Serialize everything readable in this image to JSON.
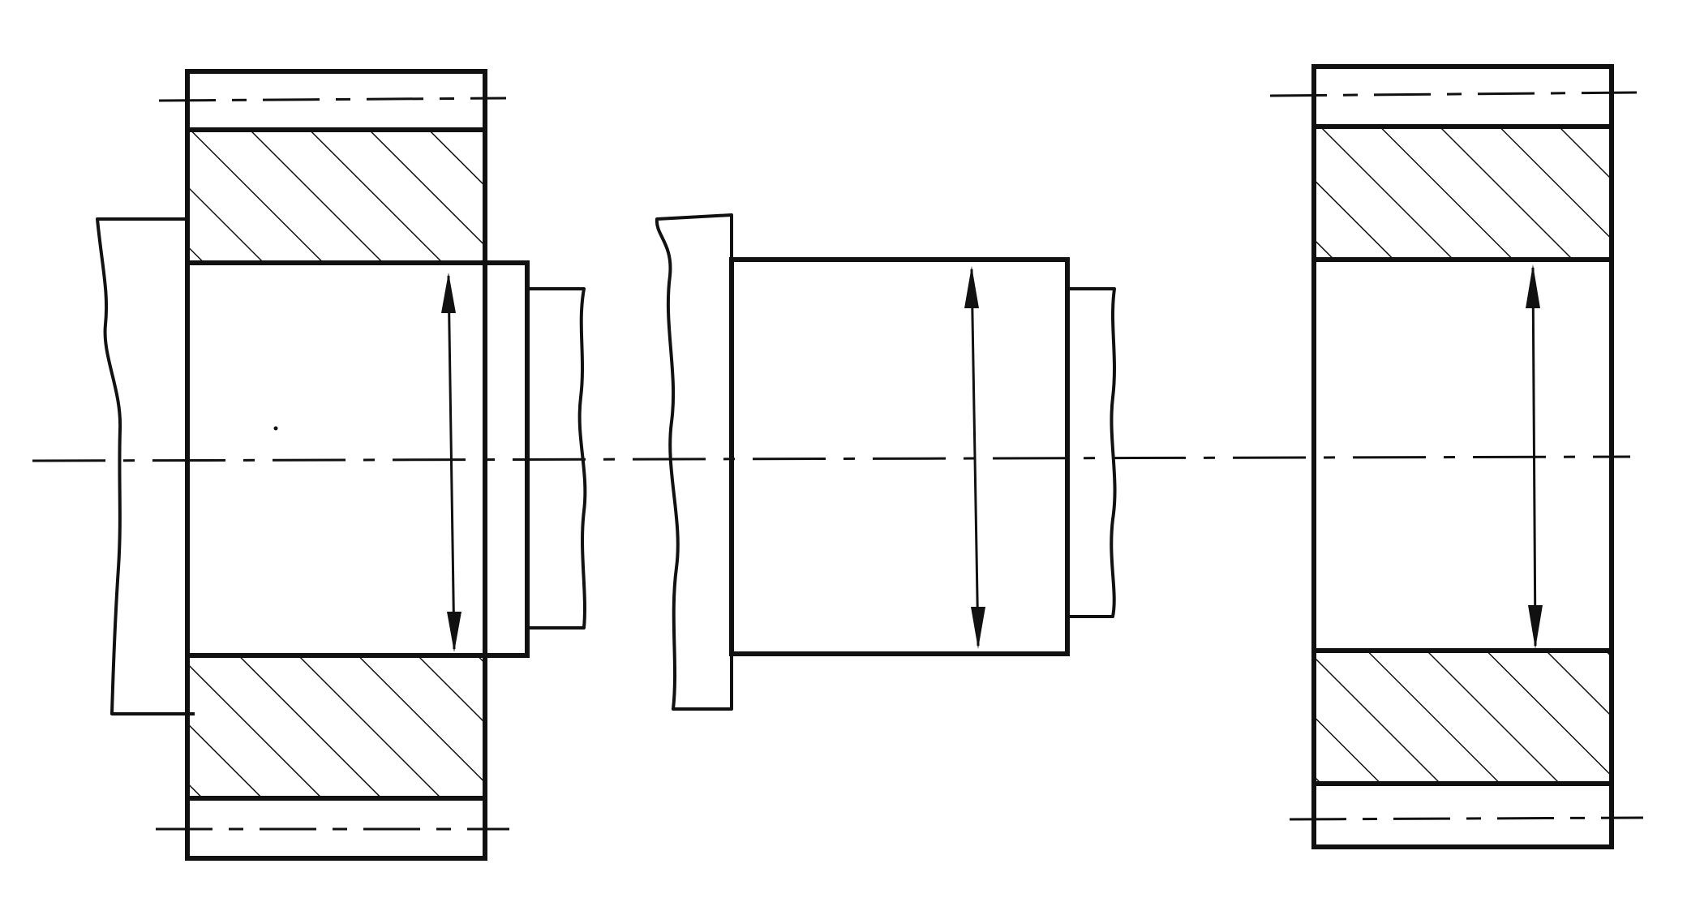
{
  "colors": {
    "ink": "#111111",
    "paper": "#ffffff"
  },
  "views": [
    {
      "name": "assembled-gear-on-shaft",
      "parts": [
        "gear-section",
        "shaft-flange",
        "shaft-journal",
        "shaft-end"
      ],
      "dimension_arrow": "double"
    },
    {
      "name": "shaft",
      "parts": [
        "shaft-flange",
        "shaft-journal",
        "shaft-end"
      ],
      "dimension_arrow": "double"
    },
    {
      "name": "gear",
      "parts": [
        "gear-section",
        "bore"
      ],
      "dimension_arrow": "double"
    }
  ]
}
